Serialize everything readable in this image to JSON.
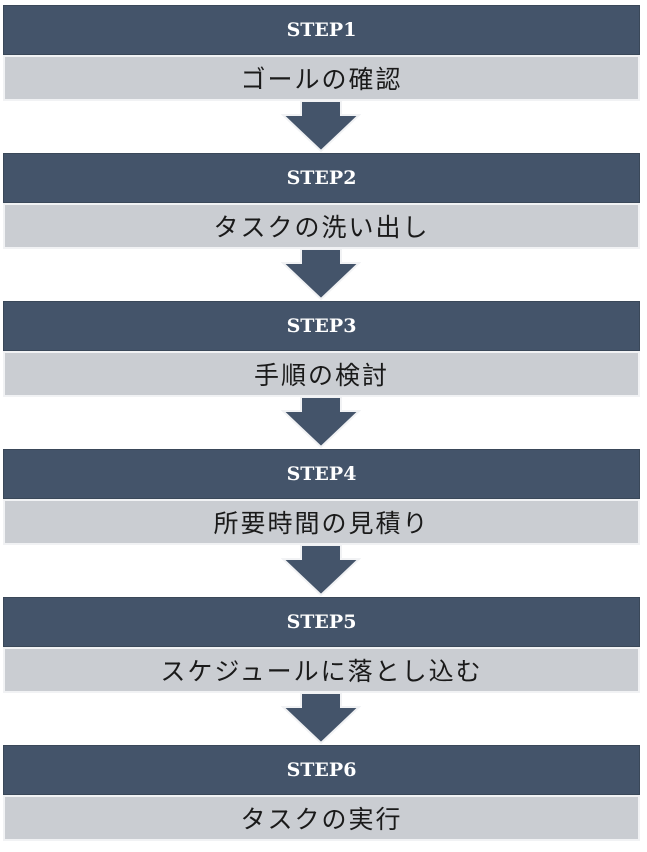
{
  "colors": {
    "header": "#44546a",
    "body": "#cacdd2",
    "arrow": "#44546a"
  },
  "steps": [
    {
      "label": "STEP1",
      "title": "ゴールの確認"
    },
    {
      "label": "STEP2",
      "title": "タスクの洗い出し"
    },
    {
      "label": "STEP3",
      "title": "手順の検討"
    },
    {
      "label": "STEP4",
      "title": "所要時間の見積り"
    },
    {
      "label": "STEP5",
      "title": "スケジュールに落とし込む"
    },
    {
      "label": "STEP6",
      "title": "タスクの実行"
    }
  ],
  "connector_icon": "down-arrow-icon"
}
